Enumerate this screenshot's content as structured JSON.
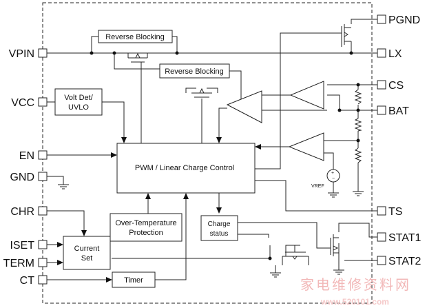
{
  "pins_left": {
    "vpin": "VPIN",
    "vcc": "VCC",
    "en": "EN",
    "gnd": "GND",
    "chr": "CHR",
    "iset": "ISET",
    "term": "TERM",
    "ct": "CT"
  },
  "pins_right": {
    "pgnd": "PGND",
    "lx": "LX",
    "cs": "CS",
    "bat": "BAT",
    "ts": "TS",
    "stat1": "STAT1",
    "stat2": "STAT2"
  },
  "blocks": {
    "reverse_blocking_1": "Reverse Blocking",
    "reverse_blocking_2": "Reverse Blocking",
    "volt_det_line1": "Volt Det/",
    "volt_det_line2": "UVLO",
    "pwm_control": "PWM / Linear Charge Control",
    "otp_line1": "Over-Temperature",
    "otp_line2": "Protection",
    "charge_status_line1": "Charge",
    "charge_status_line2": "status",
    "current_set_line1": "Current",
    "current_set_line2": "Set",
    "timer": "Timer"
  },
  "labels": {
    "vref": "VREF"
  },
  "watermark": {
    "text": "家电维修资料网",
    "url": "www.520101.com"
  }
}
